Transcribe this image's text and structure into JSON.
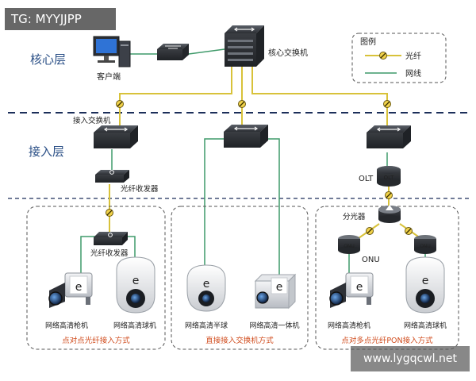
{
  "tag": "TG: MYYJJPP",
  "watermark": "www.lygqcwl.net",
  "layers": {
    "core": "核心层",
    "access": "接入层"
  },
  "legend": {
    "title": "图例",
    "fiber": "光纤",
    "cable": "网线"
  },
  "nodes": {
    "client": "客户端",
    "core_switch": "核心交换机",
    "access_switch": "接入交换机",
    "media_converter_top": "光纤收发器",
    "olt": "OLT",
    "olt_device": "OLT",
    "splitter": "分光器",
    "media_converter_bottom": "光纤收发器",
    "onu_left": "ONU",
    "onu_right": "ONU",
    "onu": "ONU",
    "eye_glyph": "e"
  },
  "groups": [
    {
      "caption": "点对点光纤接入方式",
      "cam_a": "网络高清枪机",
      "cam_b": "网络高清球机"
    },
    {
      "caption": "直接接入交换机方式",
      "cam_a": "网络高清半球",
      "cam_b": "网络高清一体机"
    },
    {
      "caption": "点对多点光纤PON接入方式",
      "cam_a": "网络高清枪机",
      "cam_b": "网络高清球机"
    }
  ],
  "colors": {
    "fiber": "#d8c23a",
    "cable": "#3f9a6a",
    "dashed_divider": "#1c2f5a",
    "layer_label": "#2a4f86",
    "caption": "#d04b1c",
    "device_dark": "#3b3f45"
  }
}
